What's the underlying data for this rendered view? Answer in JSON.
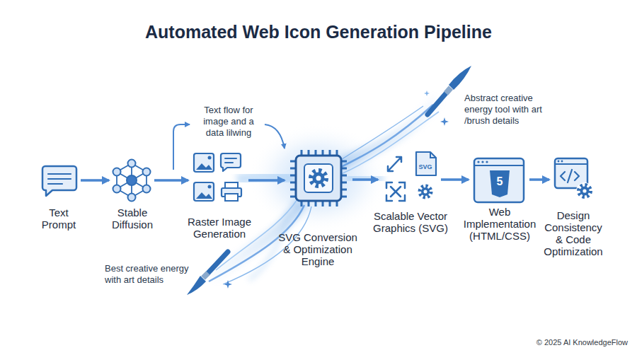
{
  "diagram": {
    "title": "Automated Web Icon Generation Pipeline",
    "nodes": [
      {
        "text": [
          "Text Prompt"
        ]
      },
      {
        "text": [
          "Stable Diffusion"
        ]
      },
      {
        "text": [
          "Raster Image Generation"
        ]
      },
      {
        "text": [
          "SVG Conversion & Optimization Engine"
        ]
      },
      {
        "text": [
          "Scalable Vector Graphics (SVG)"
        ]
      },
      {
        "text": [
          "Web Implementation (HTML/CSS)"
        ]
      },
      {
        "text": [
          "Design Consistency & Code Optimization"
        ]
      }
    ],
    "edges": [
      {
        "from": 0,
        "to": 1,
        "arrow": "to"
      },
      {
        "from": 1,
        "to": 2,
        "arrow": "to"
      },
      {
        "from": 2,
        "to": 3,
        "arrow": "to"
      },
      {
        "from": 3,
        "to": 4,
        "arrow": "to"
      },
      {
        "from": 4,
        "to": 5,
        "arrow": "to"
      },
      {
        "from": 5,
        "to": 6,
        "arrow": "to"
      }
    ],
    "labels": [
      "Text flow for image and a data lilwing",
      "Abstract creative energy tool with art /brush details",
      "Best creative energy with art details",
      "SVG",
      "5",
      "© 2025 AI KnowledgeFlow"
    ]
  }
}
